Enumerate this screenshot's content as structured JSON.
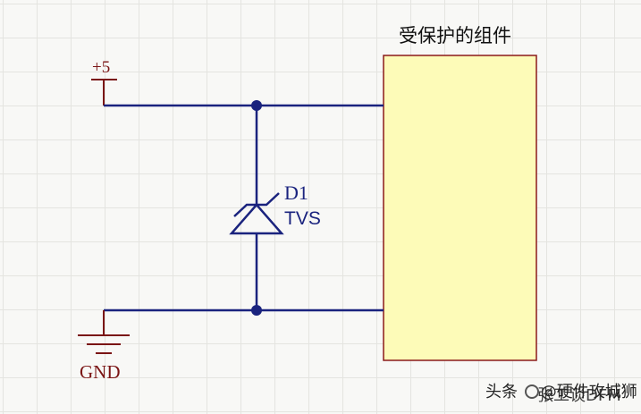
{
  "labels": {
    "power": "+5",
    "ground": "GND",
    "designator": "D1",
    "part": "TVS",
    "protected_component": "受保护的组件"
  },
  "watermark": {
    "prefix": "头条",
    "text": "@硬件攻城狮",
    "overlay": "张工谈DFM"
  },
  "colors": {
    "wire": "#1a237e",
    "label_red": "#7a1414",
    "component_fill": "#fdfbb8",
    "component_stroke": "#8b1a1a"
  }
}
